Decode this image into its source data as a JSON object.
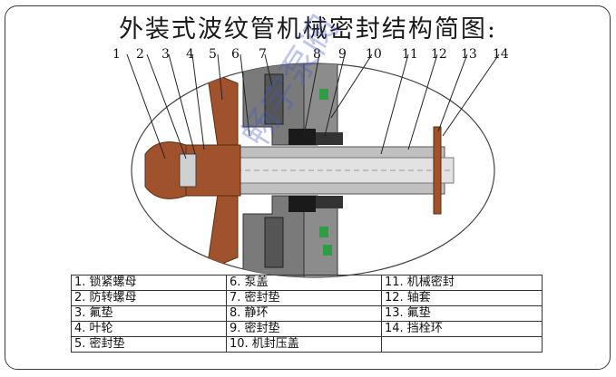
{
  "title": "外装式波纹管机械密封结构简图:",
  "callout_numbers": [
    "1",
    "2",
    "3",
    "4",
    "5",
    "6",
    "7",
    "8",
    "9",
    "10",
    "11",
    "12",
    "13",
    "14"
  ],
  "legend": {
    "rows": [
      [
        "1. 锁紧螺母",
        "6. 泵盖",
        "11. 机械密封"
      ],
      [
        "2. 防转螺母",
        "7. 密封垫",
        "12. 轴套"
      ],
      [
        "3. 氟垫",
        "8. 静环",
        "13. 氟垫"
      ],
      [
        "4. 叶轮",
        "9. 密封垫",
        "14. 挡栓环"
      ],
      [
        "5. 密封垫",
        "10. 机封压盖",
        ""
      ]
    ]
  },
  "watermark": "畅宇泵阀",
  "colors": {
    "impeller": "#a0522d",
    "cover": "#7a7a7a",
    "shaft": "#b8b8b8",
    "seal_black": "#1a1a1a",
    "seal_green": "#2e9e44",
    "sleeve": "#c0c0c0"
  }
}
